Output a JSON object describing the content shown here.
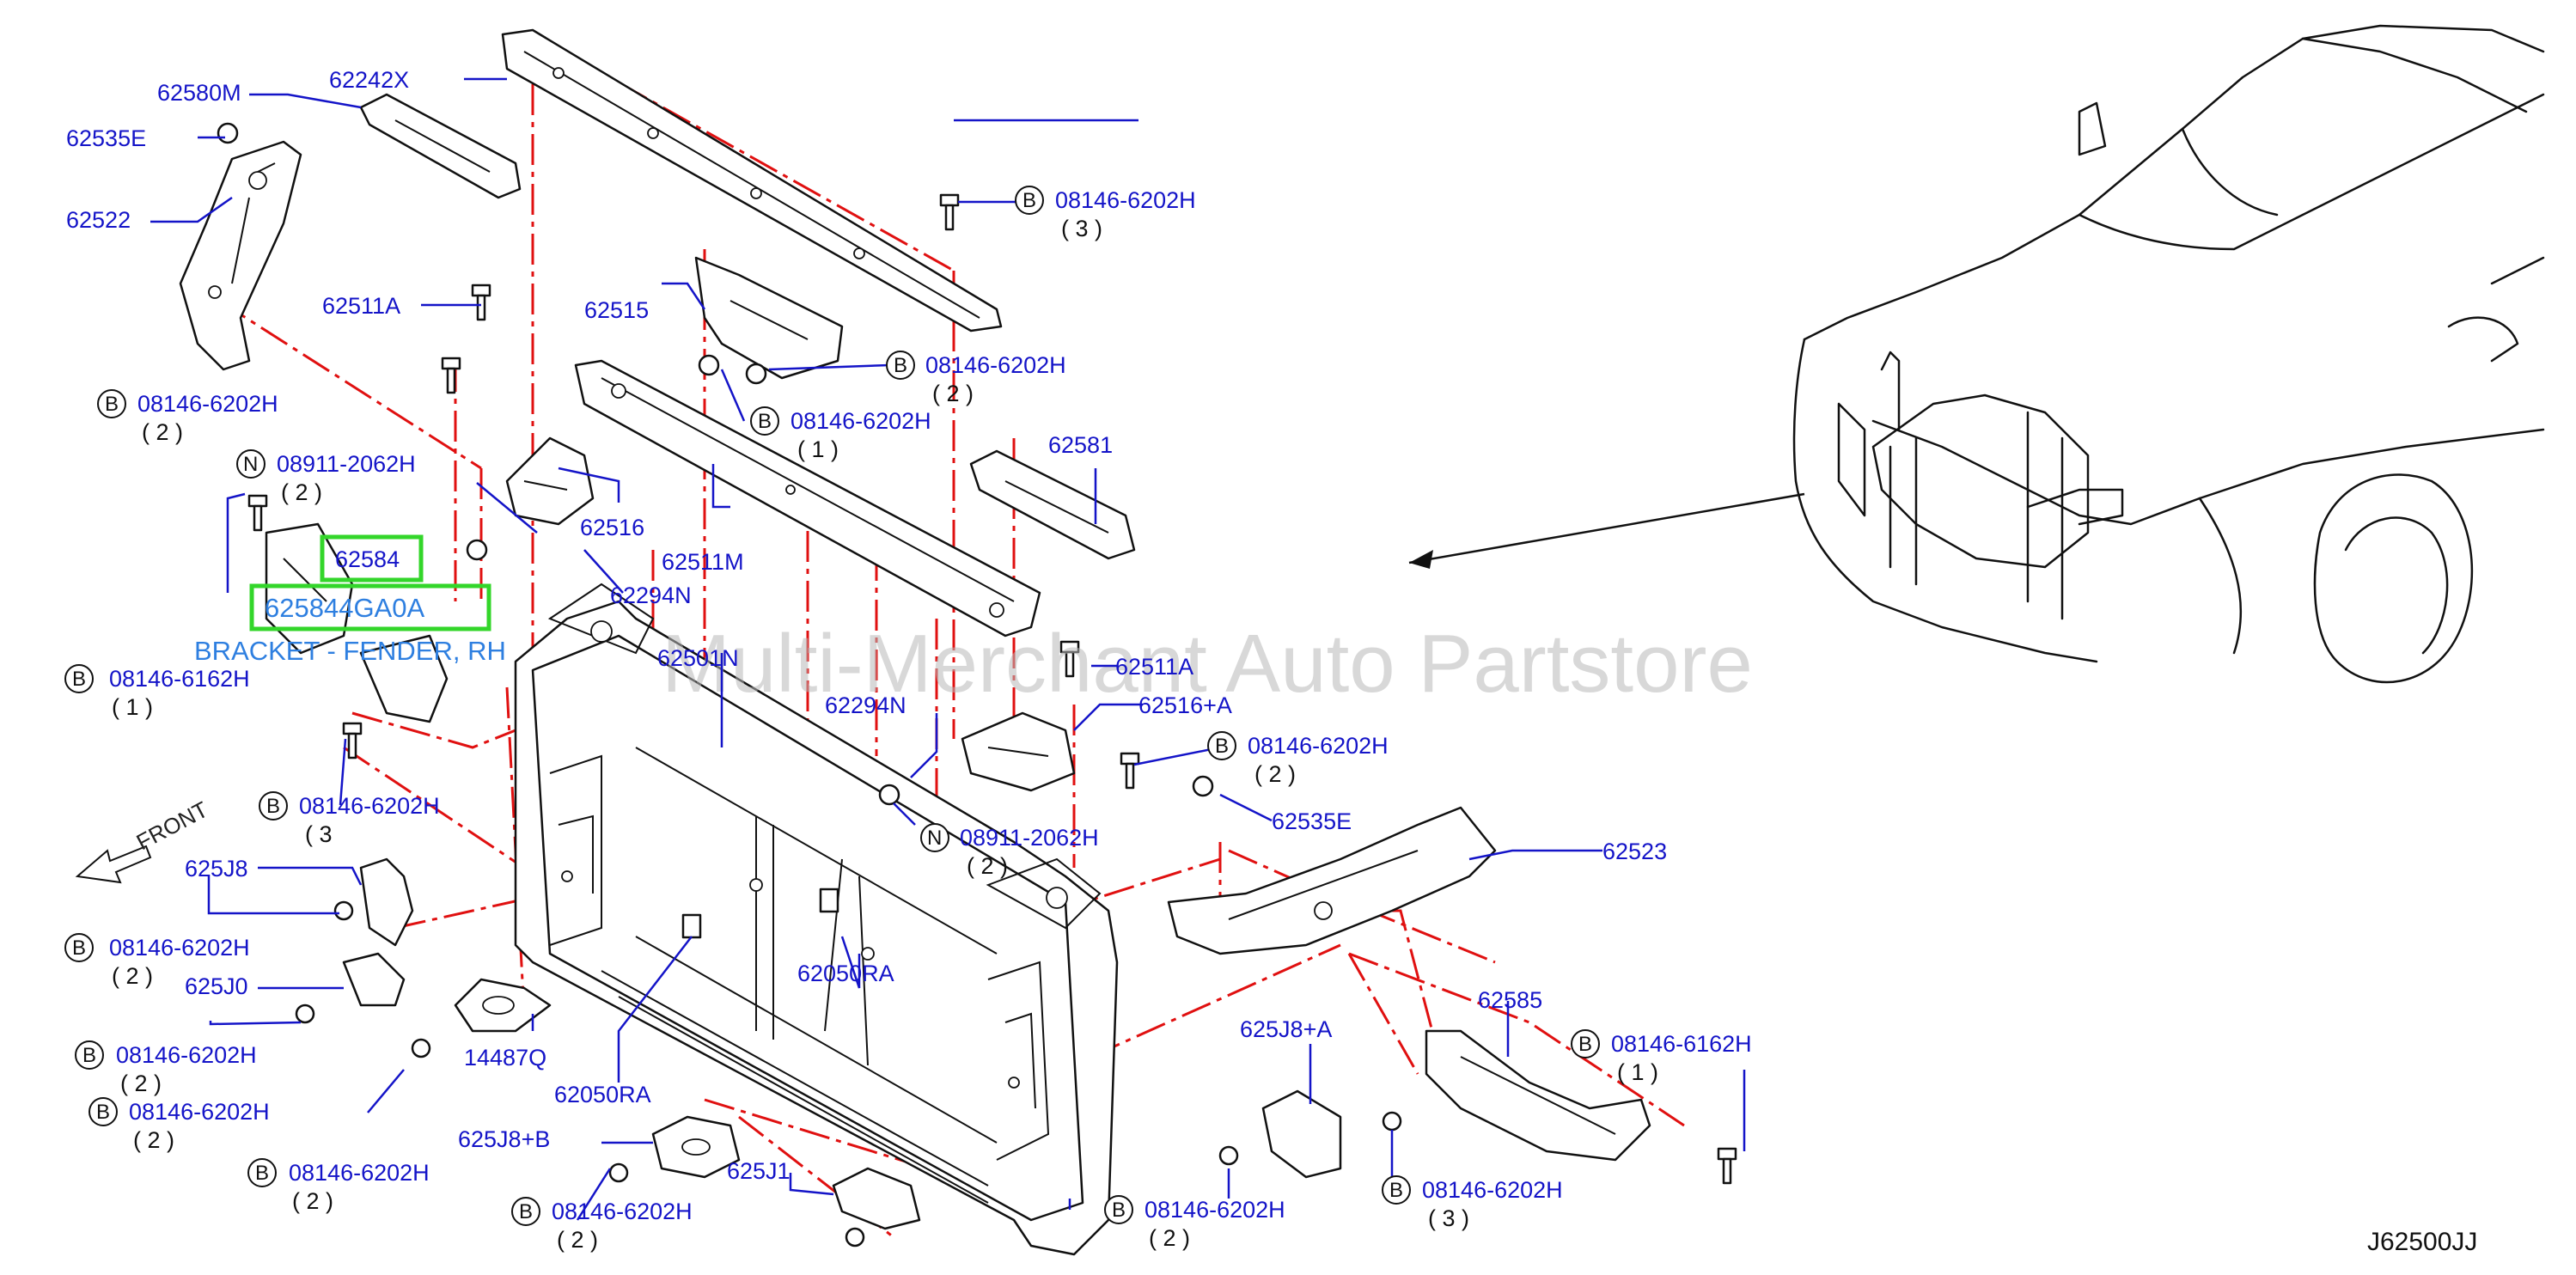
{
  "diagram_id": "J62500JJ",
  "watermark": "Multi-Merchant Auto Partstore",
  "front_label": "FRONT",
  "highlight": {
    "part_number": "62584",
    "oem_code": "625844GA0A",
    "description": "BRACKET - FENDER, RH"
  },
  "labels": {
    "p62580M": "62580M",
    "p62242X": "62242X",
    "p62535E_top": "62535E",
    "p62522": "62522",
    "p62511A_top": "62511A",
    "p62515": "62515",
    "p62516": "62516",
    "p62511M": "62511M",
    "p62294N_left": "62294N",
    "p62581": "62581",
    "p62501N": "62501N",
    "p62511A_mid": "62511A",
    "p62516A": "62516+A",
    "p62294N_mid": "62294N",
    "p62535E_mid": "62535E",
    "p62523": "62523",
    "p625J8": "625J8",
    "p625J0": "625J0",
    "p14487Q": "14487Q",
    "p62050RA_mid": "62050RA",
    "p62050RA_low": "62050RA",
    "p625J8B": "625J8+B",
    "p625J1": "625J1",
    "p625J8A": "625J8+A",
    "p62585": "62585"
  },
  "callouts": {
    "c1": {
      "letter": "B",
      "code": "08146-6202H",
      "qty": "( 3 )"
    },
    "c2": {
      "letter": "B",
      "code": "08146-6202H",
      "qty": "( 2 )"
    },
    "c3": {
      "letter": "B",
      "code": "08146-6202H",
      "qty": "( 1 )"
    },
    "c4": {
      "letter": "B",
      "code": "08146-6202H",
      "qty": "( 2 )"
    },
    "c5": {
      "letter": "N",
      "code": "08911-2062H",
      "qty": "( 2 )"
    },
    "c6": {
      "letter": "B",
      "code": "08146-6162H",
      "qty": "( 1 )"
    },
    "c7": {
      "letter": "B",
      "code": "08146-6202H",
      "qty": "( 2 )"
    },
    "c8": {
      "letter": "N",
      "code": "08911-2062H",
      "qty": "( 2 )"
    },
    "c9": {
      "letter": "B",
      "code": "08146-6202H",
      "qty": "( 3"
    },
    "c10": {
      "letter": "B",
      "code": "08146-6202H",
      "qty": "( 2 )"
    },
    "c11": {
      "letter": "B",
      "code": "08146-6202H",
      "qty": "( 2 )"
    },
    "c12": {
      "letter": "B",
      "code": "08146-6202H",
      "qty": "( 2 )"
    },
    "c13": {
      "letter": "B",
      "code": "08146-6202H",
      "qty": "( 2 )"
    },
    "c14": {
      "letter": "B",
      "code": "08146-6202H",
      "qty": "( 2 )"
    },
    "c15": {
      "letter": "B",
      "code": "08146-6202H",
      "qty": "( 2 )"
    },
    "c16": {
      "letter": "B",
      "code": "08146-6162H",
      "qty": "( 1 )"
    },
    "c17": {
      "letter": "B",
      "code": "08146-6202H",
      "qty": "( 3 )"
    }
  }
}
